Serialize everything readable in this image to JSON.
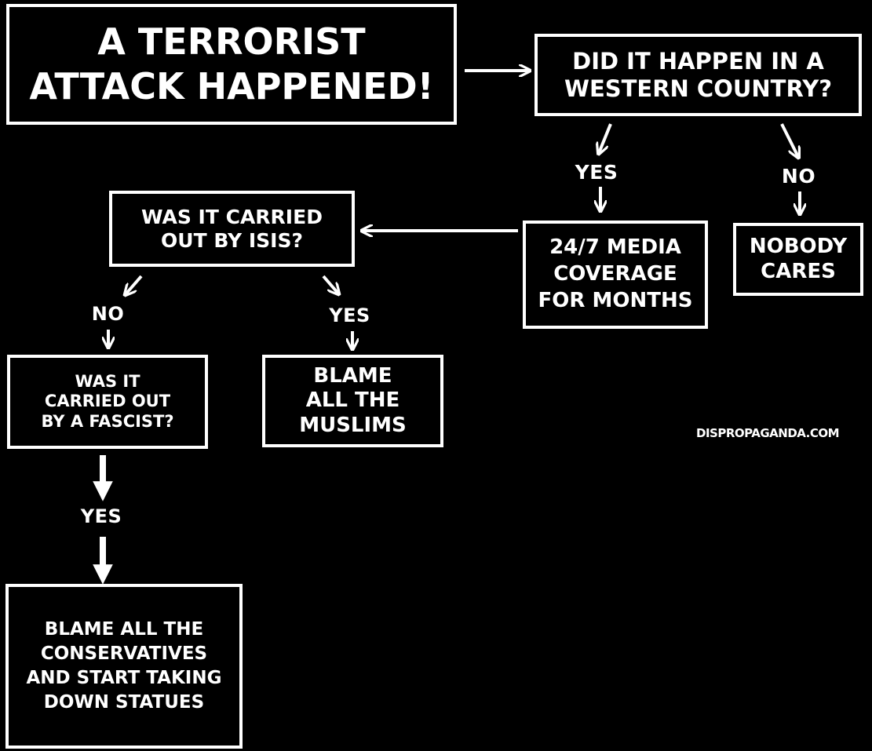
{
  "colors": {
    "background": "#000000",
    "foreground": "#ffffff"
  },
  "nodes": {
    "start": "A TERRORIST\nATTACK HAPPENED!",
    "western": "DID IT HAPPEN IN A\nWESTERN COUNTRY?",
    "media": "24/7 MEDIA\nCOVERAGE\nFOR MONTHS",
    "nobody": "NOBODY\nCARES",
    "isis": "WAS IT CARRIED\nOUT BY ISIS?",
    "fascist": "WAS IT\nCARRIED OUT\nBY A FASCIST?",
    "muslims": "BLAME\nALL THE\nMUSLIMS",
    "conservatives": "BLAME ALL THE\nCONSERVATIVES\nAND START TAKING\nDOWN STATUES"
  },
  "labels": {
    "western_yes": "YES",
    "western_no": "NO",
    "isis_no": "NO",
    "isis_yes": "YES",
    "fascist_yes": "YES"
  },
  "watermark": "DISPROPAGANDA.COM"
}
